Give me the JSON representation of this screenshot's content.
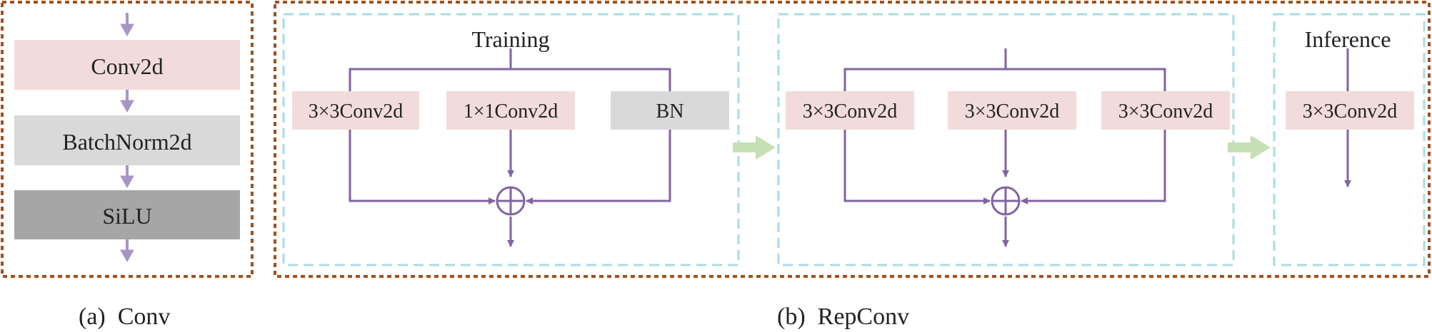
{
  "panel_a": {
    "blocks": [
      "Conv2d",
      "BatchNorm2d",
      "SiLU"
    ],
    "caption": "(a)  Conv"
  },
  "panel_b": {
    "caption": "(b)  RepConv",
    "training": {
      "title": "Training",
      "blocks": [
        "3×3Conv2d",
        "1×1Conv2d",
        "BN"
      ]
    },
    "intermediate": {
      "blocks": [
        "3×3Conv2d",
        "3×3Conv2d",
        "3×3Conv2d"
      ]
    },
    "inference": {
      "title": "Inference",
      "blocks": [
        "3×3Conv2d"
      ]
    }
  },
  "colors": {
    "outer_border": "#a0521d",
    "inner_border": "#a8dce6",
    "conv_fill": "#f2dcdb",
    "bn_fill": "#d9d9d9",
    "silu_fill": "#a6a6a6",
    "line": "#8064a2",
    "arrow_light": "#a995c4",
    "big_arrow": "#c5e0b4"
  },
  "icons": [
    "down-arrow-icon",
    "sum-circle-icon",
    "right-arrow-icon"
  ]
}
